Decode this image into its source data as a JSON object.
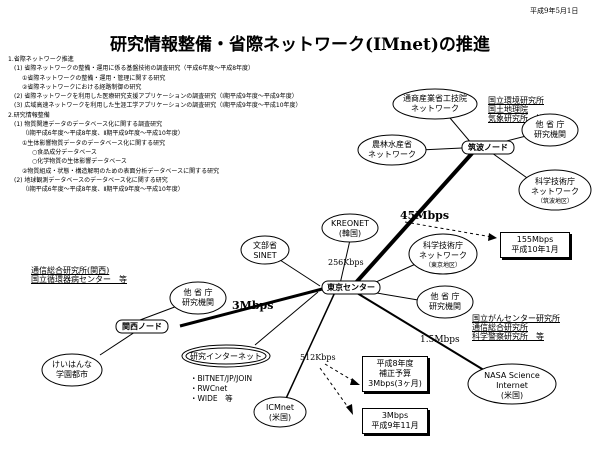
{
  "date": "平成9年5月1日",
  "title": "研究情報整備・省際ネットワーク(IMnet)の推進",
  "outline": [
    {
      "level": 1,
      "text": "1.省際ネットワーク推進"
    },
    {
      "level": 2,
      "text": "(1) 省際ネットワークの整備・運用に係る基盤技術の調査研究（平成6年度～平成8年度）"
    },
    {
      "level": 3,
      "text": "①省際ネットワークの整備・運用・管理に関する研究"
    },
    {
      "level": 3,
      "text": "②省際ネットワークにおける経路制御の研究"
    },
    {
      "level": 2,
      "text": "(2) 省際ネットワークを利用した医療研究支援アプリケーションの調査研究（Ⅰ期平成9年度～平成9年度）"
    },
    {
      "level": 2,
      "text": "(3) 広域高速ネットワークを利用した生涯工学アプリケーションの調査研究（Ⅰ期平成9年度～平成10年度）"
    },
    {
      "level": 1,
      "text": "2.研究情報整備"
    },
    {
      "level": 2,
      "text": "(1) 物質関連データのデータベース化に関する調査研究"
    },
    {
      "level": 3,
      "text": "（Ⅰ期平成6年度～平成8年度、Ⅱ期平成9年度～平成10年度）"
    },
    {
      "level": 3,
      "text": "①生体影響物質データのデータベース化に関する研究"
    },
    {
      "level": 4,
      "text": "○食品成分データベース"
    },
    {
      "level": 4,
      "text": "○化学物質の生体影響データベース"
    },
    {
      "level": 3,
      "text": "②物質組成・状態・構造解明のための表面分析データベースに関する研究"
    },
    {
      "level": 2,
      "text": "(2) 地球観測データベースのデータベース化に関する研究"
    },
    {
      "level": 3,
      "text": "（Ⅰ期平成6年度～平成8年度、Ⅱ期平成9年度～平成10年度）"
    }
  ],
  "notes": {
    "top_right": [
      "国立環境研究所",
      "国土地理院",
      "気象研究所　等"
    ],
    "left": [
      "通信総合研究所(関西)",
      "国立循環器病センター　等"
    ],
    "bottom_right": [
      "国立がんセンター研究所",
      "通信総合研究所",
      "科学警察研究所　等"
    ]
  },
  "nodes": {
    "tsukuba": "筑波ノード",
    "tokyo": "東京センター",
    "kansai": "関西ノード",
    "miti": [
      "通商産業省工技院",
      "ネットワーク"
    ],
    "maff": [
      "農林水産省",
      "ネットワーク"
    ],
    "other_tsukuba": [
      "他 省 庁",
      "研究機関"
    ],
    "sta_tsukuba": [
      "科学技術庁",
      "ネットワーク",
      "（筑波地区）"
    ],
    "kreonet": [
      "KREONET",
      "(韓国)"
    ],
    "monbusho": [
      "文部省",
      "SINET"
    ],
    "sta_tokyo": [
      "科学技術庁",
      "ネットワーク",
      "（東京地区）"
    ],
    "other_tokyo": [
      "他 省 庁",
      "研究機関"
    ],
    "other_kansai": [
      "他 省 庁",
      "研究機関"
    ],
    "keihanna": [
      "けいはんな",
      "学園都市"
    ],
    "research_internet": "研究インターネット",
    "nasa": [
      "NASA Science",
      "Internet",
      "(米国)"
    ],
    "icmnet": [
      "ICMnet",
      "(米国)"
    ]
  },
  "speeds": {
    "tsukuba_link": "45Mbps",
    "kansai_link": "3Mbps",
    "kreonet_link": "256Kbps",
    "nasa_link": "1.5Mbps",
    "icm_link": "512Kbps"
  },
  "internet_list": [
    "・BITNET/JP/JOIN",
    "・RWCnet",
    "・WIDE　等"
  ],
  "boxes": {
    "plan_155": [
      "155Mbps",
      "平成10年1月"
    ],
    "plan_h8": [
      "平成8年度",
      "補正予算",
      "3Mbps(3ヶ月)"
    ],
    "plan_3m": [
      "3Mbps",
      "平成9年11月"
    ]
  }
}
